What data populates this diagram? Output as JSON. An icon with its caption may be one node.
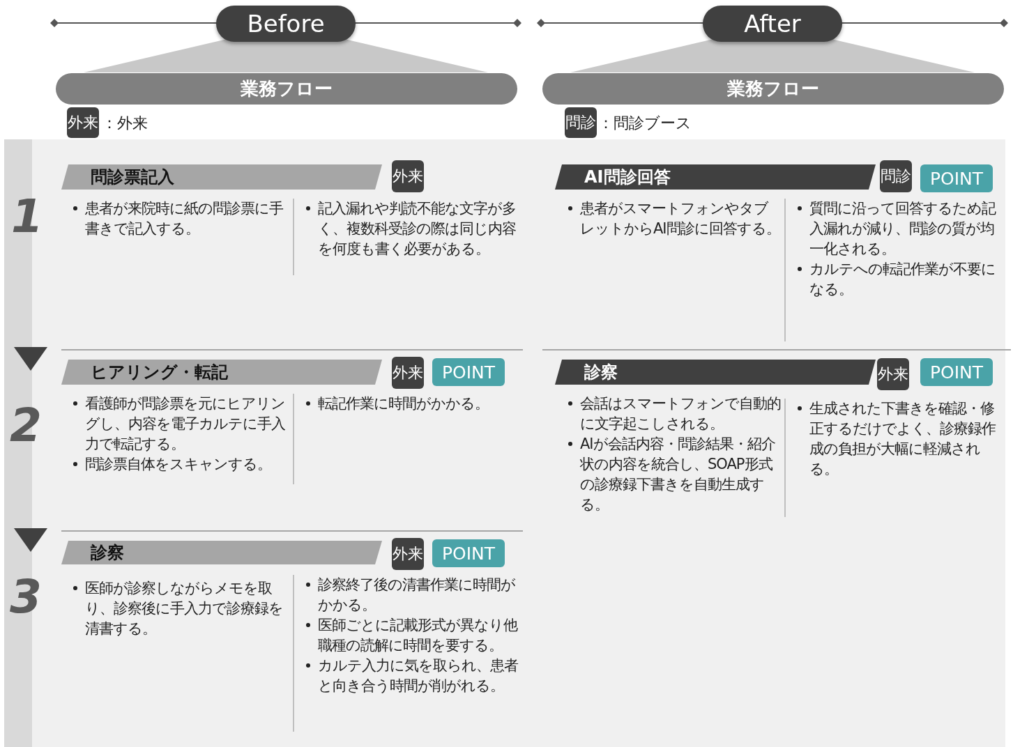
{
  "diagram": {
    "nodes": [
      {
        "text": [
          "Before"
        ]
      },
      {
        "text": [
          "After"
        ]
      },
      {
        "text": [
          "業務フロー"
        ]
      },
      {
        "text": [
          "業務フロー"
        ]
      },
      {
        "text": [
          "問診票記入"
        ],
        "beside": [
          "外来"
        ]
      },
      {
        "text": [
          "患者が来院時に紙の問診票に手書きで記入する。"
        ]
      },
      {
        "text": [
          "記入漏れや判読不能な文字が多く、複数科受診の際は同じ内容を何度も書く必要がある。"
        ]
      },
      {
        "text": [
          "AI問診回答"
        ],
        "beside": [
          "問診",
          "POINT"
        ]
      },
      {
        "text": [
          "患者がスマートフォンやタブレットからAI問診に回答する。"
        ]
      },
      {
        "text": [
          "質問に沿って回答するため記入漏れが減り、問診の質が均一化される。",
          "カルテへの転記作業が不要になる。"
        ]
      },
      {
        "text": [
          "ヒアリング・転記"
        ],
        "beside": [
          "外来",
          "POINT"
        ]
      },
      {
        "text": [
          "看護師が問診票を元にヒアリングし、内容を電子カルテに手入力で転記する。",
          "問診票自体をスキャンする。"
        ]
      },
      {
        "text": [
          "転記作業に時間がかかる。"
        ]
      },
      {
        "text": [
          "診察"
        ],
        "beside": [
          "外来",
          "POINT"
        ]
      },
      {
        "text": [
          "会話はスマートフォンで自動的に文字起こしされる。",
          "AIが会話内容・問診結果・紹介状の内容を統合し、SOAP形式の診療録下書きを自動生成する。"
        ]
      },
      {
        "text": [
          "生成された下書きを確認・修正するだけでよく、診療録作成の負担が大幅に軽減される。"
        ]
      },
      {
        "text": [
          "診察"
        ],
        "beside": [
          "外来",
          "POINT"
        ]
      },
      {
        "text": [
          "医師が診察しながらメモを取り、診察後に手入力で診療録を清書する。"
        ]
      },
      {
        "text": [
          "診察終了後の清書作業に時間がかかる。",
          "医師ごとに記載形式が異なり他職種の読解に時間を要する。",
          "カルテ入力に気を取られ、患者と向き合う時間が削がれる。"
        ]
      }
    ],
    "labels": [
      "外来",
      "：外来",
      "問診",
      "：問診ブース",
      "1",
      "2",
      "3"
    ]
  }
}
